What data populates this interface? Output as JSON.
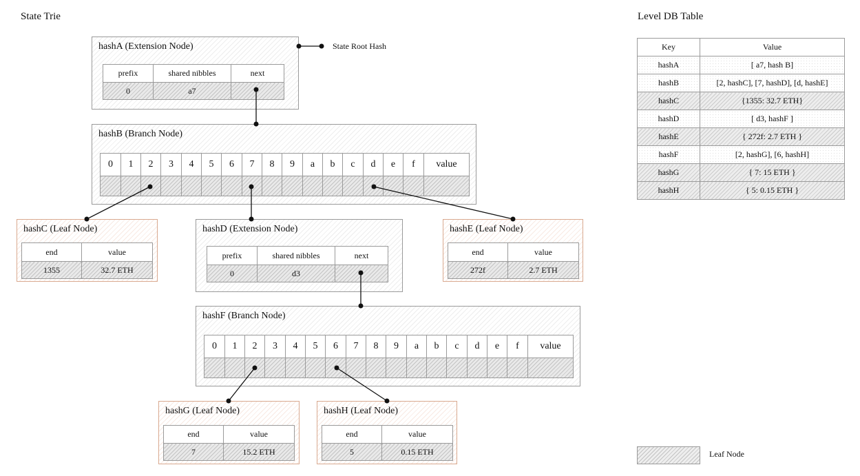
{
  "titles": {
    "left": "State Trie",
    "right": "Level DB Table"
  },
  "root_caption": "State Root Hash",
  "nodes": {
    "hashA": {
      "label": "hashA (Extension Node)",
      "headers": [
        "prefix",
        "shared nibbles",
        "next"
      ],
      "values": [
        "0",
        "a7",
        ""
      ]
    },
    "hashB": {
      "label": "hashB (Branch Node)",
      "headers": [
        "0",
        "1",
        "2",
        "3",
        "4",
        "5",
        "6",
        "7",
        "8",
        "9",
        "a",
        "b",
        "c",
        "d",
        "e",
        "f",
        "value"
      ]
    },
    "hashC": {
      "label": "hashC (Leaf Node)",
      "headers": [
        "end",
        "value"
      ],
      "values": [
        "1355",
        "32.7 ETH"
      ]
    },
    "hashD": {
      "label": "hashD (Extension Node)",
      "headers": [
        "prefix",
        "shared nibbles",
        "next"
      ],
      "values": [
        "0",
        "d3",
        ""
      ]
    },
    "hashE": {
      "label": "hashE (Leaf Node)",
      "headers": [
        "end",
        "value"
      ],
      "values": [
        "272f",
        "2.7 ETH"
      ]
    },
    "hashF": {
      "label": "hashF (Branch Node)",
      "headers": [
        "0",
        "1",
        "2",
        "3",
        "4",
        "5",
        "6",
        "7",
        "8",
        "9",
        "a",
        "b",
        "c",
        "d",
        "e",
        "f",
        "value"
      ]
    },
    "hashG": {
      "label": "hashG (Leaf Node)",
      "headers": [
        "end",
        "value"
      ],
      "values": [
        "7",
        "15.2 ETH"
      ]
    },
    "hashH": {
      "label": "hashH (Leaf Node)",
      "headers": [
        "end",
        "value"
      ],
      "values": [
        "5",
        "0.15 ETH"
      ]
    }
  },
  "db_table": {
    "headers": [
      "Key",
      "Value"
    ],
    "rows": [
      {
        "key": "hashA",
        "value": "[ a7, hash B]",
        "style": "dotted"
      },
      {
        "key": "hashB",
        "value": "[2, hashC], [7, hashD], [d, hashE]",
        "style": "dotted"
      },
      {
        "key": "hashC",
        "value": "{1355: 32.7 ETH}",
        "style": "hatched"
      },
      {
        "key": "hashD",
        "value": "[ d3, hashF ]",
        "style": "dotted"
      },
      {
        "key": "hashE",
        "value": "{ 272f: 2.7 ETH }",
        "style": "hatched"
      },
      {
        "key": "hashF",
        "value": "[2, hashG], [6, hashH]",
        "style": "dotted"
      },
      {
        "key": "hashG",
        "value": "{ 7: 15 ETH }",
        "style": "hatched"
      },
      {
        "key": "hashH",
        "value": "{ 5: 0.15 ETH }",
        "style": "hatched"
      }
    ]
  },
  "legend": {
    "label": "Leaf Node"
  }
}
